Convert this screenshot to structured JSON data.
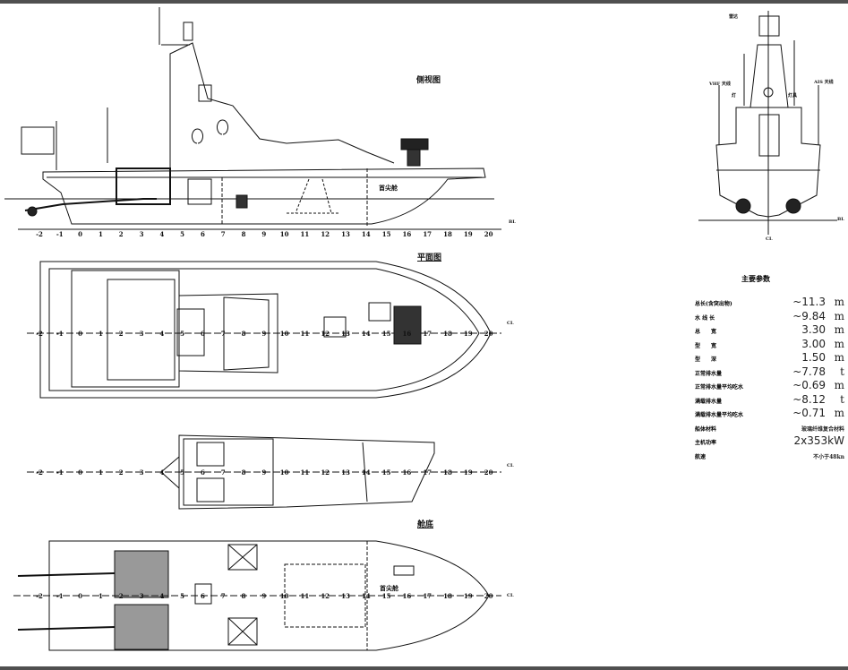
{
  "views": {
    "side_title": "侧视图",
    "plan_title": "平面图",
    "bottom_title": "舱底",
    "forepeak_label": "首尖舱",
    "baseline_label": "BL",
    "centerline_label": "CL",
    "section_labels": {
      "top": "雷达",
      "vhf": "VHF 天线",
      "ais": "AIS 天线",
      "left": "灯",
      "right": "灯具"
    }
  },
  "stations": [
    "-2",
    "-1",
    "0",
    "1",
    "2",
    "3",
    "4",
    "5",
    "6",
    "7",
    "8",
    "9",
    "10",
    "11",
    "12",
    "13",
    "14",
    "15",
    "16",
    "17",
    "18",
    "19",
    "20"
  ],
  "params": {
    "title": "主要参数",
    "rows": [
      {
        "label": "总长(含突出物)",
        "value": "~11.3",
        "unit": "m"
      },
      {
        "label": "水 线 长",
        "value": "~9.84",
        "unit": "m"
      },
      {
        "label": "总　　宽",
        "value": "3.30",
        "unit": "m"
      },
      {
        "label": "型　　宽",
        "value": "3.00",
        "unit": "m"
      },
      {
        "label": "型　　深",
        "value": "1.50",
        "unit": "m"
      },
      {
        "label": "正常排水量",
        "value": "~7.78",
        "unit": "t"
      },
      {
        "label": "正常排水量平均吃水",
        "value": "~0.69",
        "unit": "m"
      },
      {
        "label": "满载排水量",
        "value": "~8.12",
        "unit": "t"
      },
      {
        "label": "满载排水量平均吃水",
        "value": "~0.71",
        "unit": "m"
      },
      {
        "label": "船体材料",
        "value": "玻璃纤维复合材料",
        "unit": ""
      },
      {
        "label": "主机功率",
        "value": "2x353kW",
        "unit": ""
      },
      {
        "label": "航速",
        "value": "不小于48kn",
        "unit": ""
      }
    ]
  }
}
